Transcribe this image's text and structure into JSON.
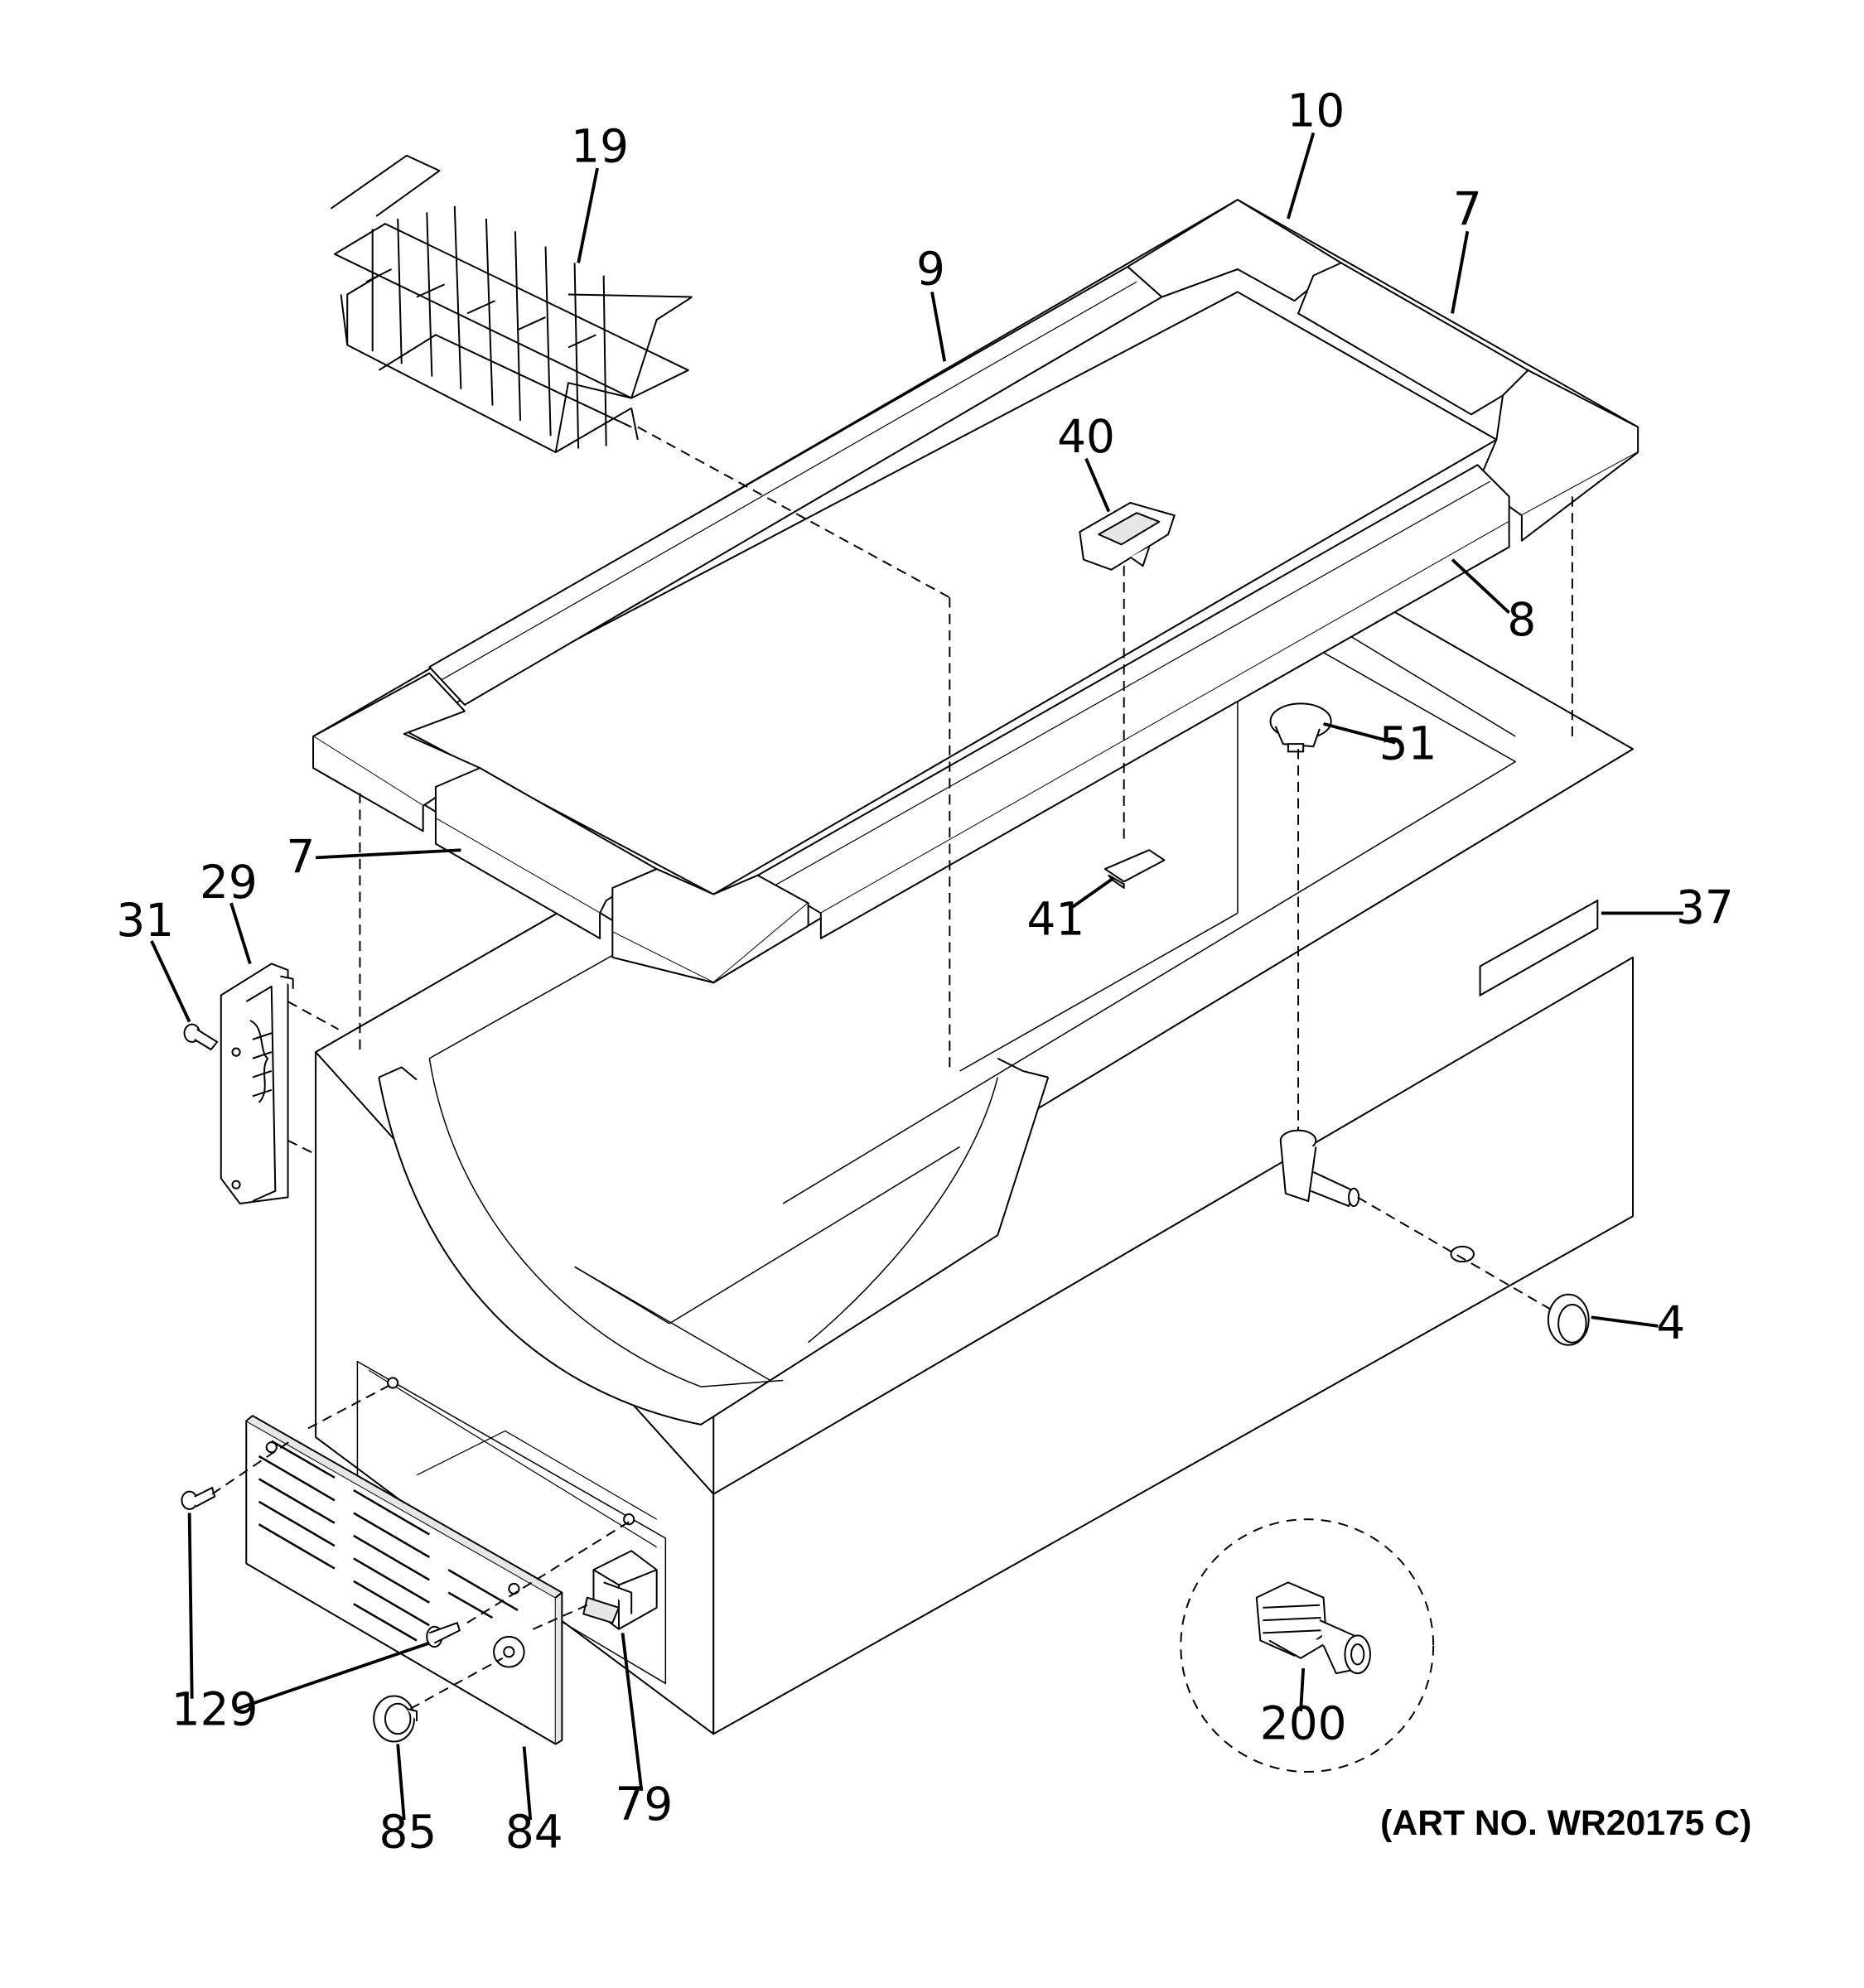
{
  "art_number": "(ART NO. WR20175 C)",
  "callouts": {
    "c10": "10",
    "c7_right": "7",
    "c19": "19",
    "c9": "9",
    "c40": "40",
    "c8": "8",
    "c51": "51",
    "c7_left": "7",
    "c29": "29",
    "c31": "31",
    "c41": "41",
    "c37": "37",
    "c4": "4",
    "c129": "129",
    "c85": "85",
    "c84": "84",
    "c79": "79",
    "c200": "200"
  },
  "colors": {
    "line": "#000000",
    "fill": "#ffffff",
    "shade": "#e6e6e6"
  }
}
